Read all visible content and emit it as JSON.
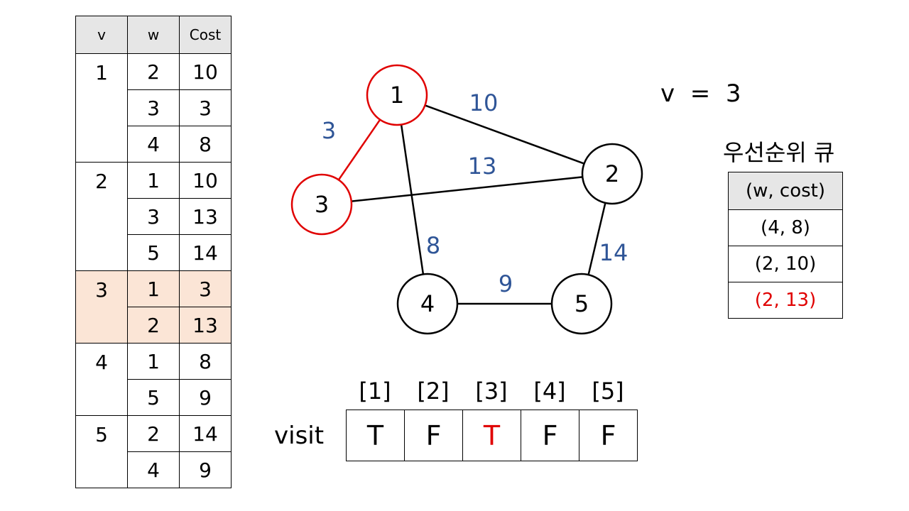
{
  "adjacency_table": {
    "headers": [
      "v",
      "w",
      "Cost"
    ],
    "groups": [
      {
        "v": "1",
        "rows": [
          [
            "2",
            "10"
          ],
          [
            "3",
            "3"
          ],
          [
            "4",
            "8"
          ]
        ]
      },
      {
        "v": "2",
        "rows": [
          [
            "1",
            "10"
          ],
          [
            "3",
            "13"
          ],
          [
            "5",
            "14"
          ]
        ]
      },
      {
        "v": "3",
        "rows": [
          [
            "1",
            "3"
          ],
          [
            "2",
            "13"
          ]
        ],
        "highlight_color": "#fbe5d6"
      },
      {
        "v": "4",
        "rows": [
          [
            "1",
            "8"
          ],
          [
            "5",
            "9"
          ]
        ]
      },
      {
        "v": "5",
        "rows": [
          [
            "2",
            "14"
          ],
          [
            "4",
            "9"
          ]
        ]
      }
    ]
  },
  "graph": {
    "nodes": [
      {
        "id": "1",
        "label": "1",
        "visited": true
      },
      {
        "id": "2",
        "label": "2",
        "visited": false
      },
      {
        "id": "3",
        "label": "3",
        "visited": true
      },
      {
        "id": "4",
        "label": "4",
        "visited": false
      },
      {
        "id": "5",
        "label": "5",
        "visited": false
      }
    ],
    "edges": [
      {
        "from": "1",
        "to": "2",
        "weight": "10",
        "highlight": false
      },
      {
        "from": "1",
        "to": "3",
        "weight": "3",
        "highlight": true
      },
      {
        "from": "1",
        "to": "4",
        "weight": "8",
        "highlight": false
      },
      {
        "from": "3",
        "to": "2",
        "weight": "13",
        "highlight": false
      },
      {
        "from": "2",
        "to": "5",
        "weight": "14",
        "highlight": false
      },
      {
        "from": "4",
        "to": "5",
        "weight": "9",
        "highlight": false
      }
    ],
    "colors": {
      "visited": "#e00000",
      "weight_label": "#2f5597",
      "default": "#000000"
    }
  },
  "current_v": "v  =  3",
  "priority_queue": {
    "title": "우선순위 큐",
    "header": "(w, cost)",
    "items": [
      {
        "text": "(4, 8)",
        "highlight": false
      },
      {
        "text": "(2, 10)",
        "highlight": false
      },
      {
        "text": "(2, 13)",
        "highlight": true
      }
    ]
  },
  "visit": {
    "label": "visit",
    "indices": [
      "[1]",
      "[2]",
      "[3]",
      "[4]",
      "[5]"
    ],
    "values": [
      {
        "text": "T",
        "highlight": false
      },
      {
        "text": "F",
        "highlight": false
      },
      {
        "text": "T",
        "highlight": true
      },
      {
        "text": "F",
        "highlight": false
      },
      {
        "text": "F",
        "highlight": false
      }
    ]
  }
}
